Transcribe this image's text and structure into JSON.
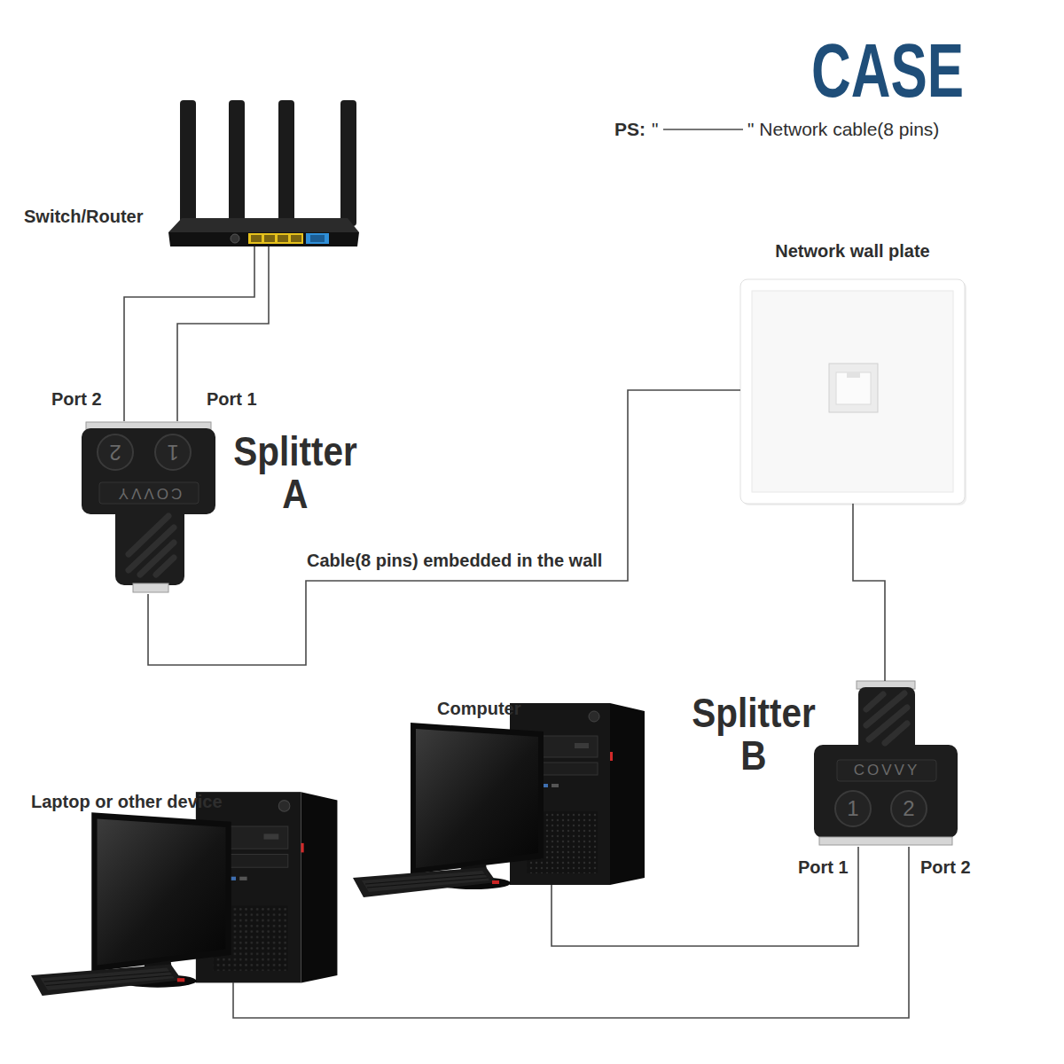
{
  "diagram": {
    "title": "CASE",
    "nodes": [
      {
        "text": [
          "Switch/Router"
        ]
      },
      {
        "text": [
          "Splitter A"
        ]
      },
      {
        "text": [
          "Network wall plate"
        ]
      },
      {
        "text": [
          "Splitter B"
        ]
      },
      {
        "text": [
          "Computer"
        ]
      },
      {
        "text": [
          "Laptop or other device"
        ]
      }
    ],
    "edges": [
      {
        "from": 0,
        "to": 1,
        "arrow": "none"
      },
      {
        "from": 0,
        "to": 1,
        "arrow": "none"
      },
      {
        "from": 1,
        "to": 2,
        "arrow": "none",
        "label": "Cable(8 pins) embedded in the wall"
      },
      {
        "from": 2,
        "to": 3,
        "arrow": "none"
      },
      {
        "from": 3,
        "to": 4,
        "arrow": "none"
      },
      {
        "from": 3,
        "to": 5,
        "arrow": "none"
      }
    ],
    "labels": [
      "PS:",
      "\"",
      "Port 2",
      "Port 1",
      "2",
      "1",
      "COVVY",
      "COVVY",
      "1",
      "2",
      "Port 1",
      "Port 2"
    ],
    "legend": [
      {
        "text": "\" Network cable(8 pins)"
      }
    ]
  }
}
